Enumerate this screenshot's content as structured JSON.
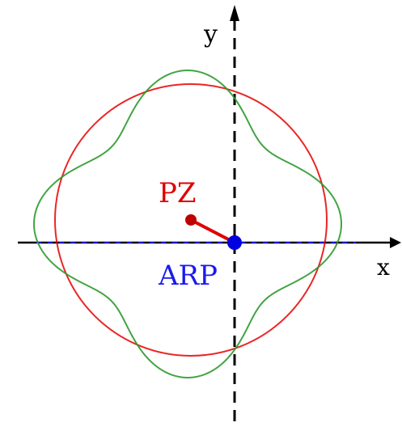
{
  "labels": {
    "y_axis": "y",
    "x_axis": "x",
    "pz": "PZ",
    "arp": "ARP"
  },
  "colors": {
    "axis": "#000000",
    "circle": "#e60000",
    "wavy": "#2e9a2e",
    "pz": "#e00000",
    "arp": "#1a1aee",
    "arp_dash": "#1a1aee",
    "dot_pz": "#c00000",
    "dot_arp": "#0000e0"
  }
}
